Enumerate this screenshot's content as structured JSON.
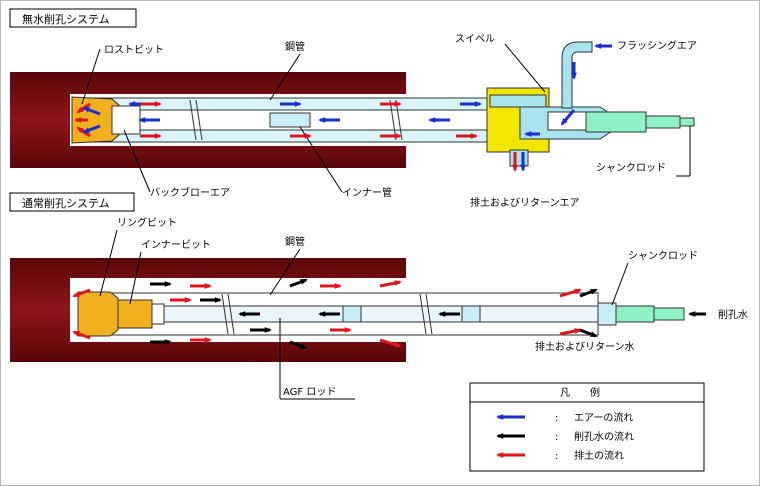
{
  "colors": {
    "rock": "#7a0c10",
    "rock_dark": "#4a0608",
    "air": "#1a2fd0",
    "water": "#000000",
    "cuttings": "#e0141c",
    "swivel": "#f2e600",
    "shank": "#8ff0c4",
    "pipe_fill": "#d9f4fb",
    "bit": "#f0b020"
  },
  "diagram1": {
    "title": "無水削孔システム",
    "labels": {
      "lost_bit": "ロストビット",
      "steel_pipe": "鋼管",
      "swivel": "スイベル",
      "flushing_air": "フラッシングエア",
      "shank_rod": "シャンクロッド",
      "back_blow_air": "バックブローエア",
      "inner_pipe": "インナー管",
      "exhaust_return_air": "排土およびリターンエア"
    }
  },
  "diagram2": {
    "title": "通常削孔システム",
    "labels": {
      "ring_bit": "リングビット",
      "inner_bit": "インナービット",
      "steel_pipe": "鋼管",
      "shank_rod": "シャンクロッド",
      "drilling_water": "削孔水",
      "exhaust_return_water": "排土およびリターン水",
      "agf_rod": "AGF ロッド"
    }
  },
  "legend": {
    "title": "凡　　例",
    "items": [
      {
        "color": "#1a2fd0",
        "colon": ":",
        "text": "エアーの流れ"
      },
      {
        "color": "#000000",
        "colon": ":",
        "text": "削孔水の流れ"
      },
      {
        "color": "#e0141c",
        "colon": ":",
        "text": "排土の流れ"
      }
    ]
  }
}
